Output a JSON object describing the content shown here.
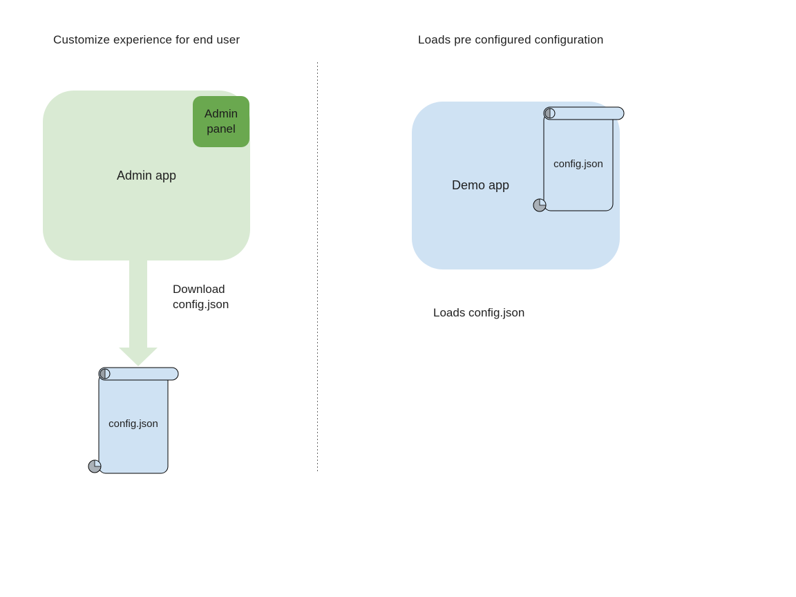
{
  "colors": {
    "light_green": "#d9ead3",
    "medium_green": "#6aa84f",
    "light_blue": "#cfe2f3",
    "outline": "#000000",
    "curl_gray": "#9aa0a6",
    "text": "#1f1f1f",
    "divider_gray": "#666666"
  },
  "left": {
    "title": "Customize experience for end user",
    "admin_app_label": "Admin app",
    "admin_panel_label": "Admin panel",
    "download_caption": "Download\nconfig.json",
    "file_label": "config.json"
  },
  "right": {
    "title": "Loads pre configured configuration",
    "demo_app_label": "Demo app",
    "file_label": "config.json",
    "caption": "Loads config.json"
  }
}
